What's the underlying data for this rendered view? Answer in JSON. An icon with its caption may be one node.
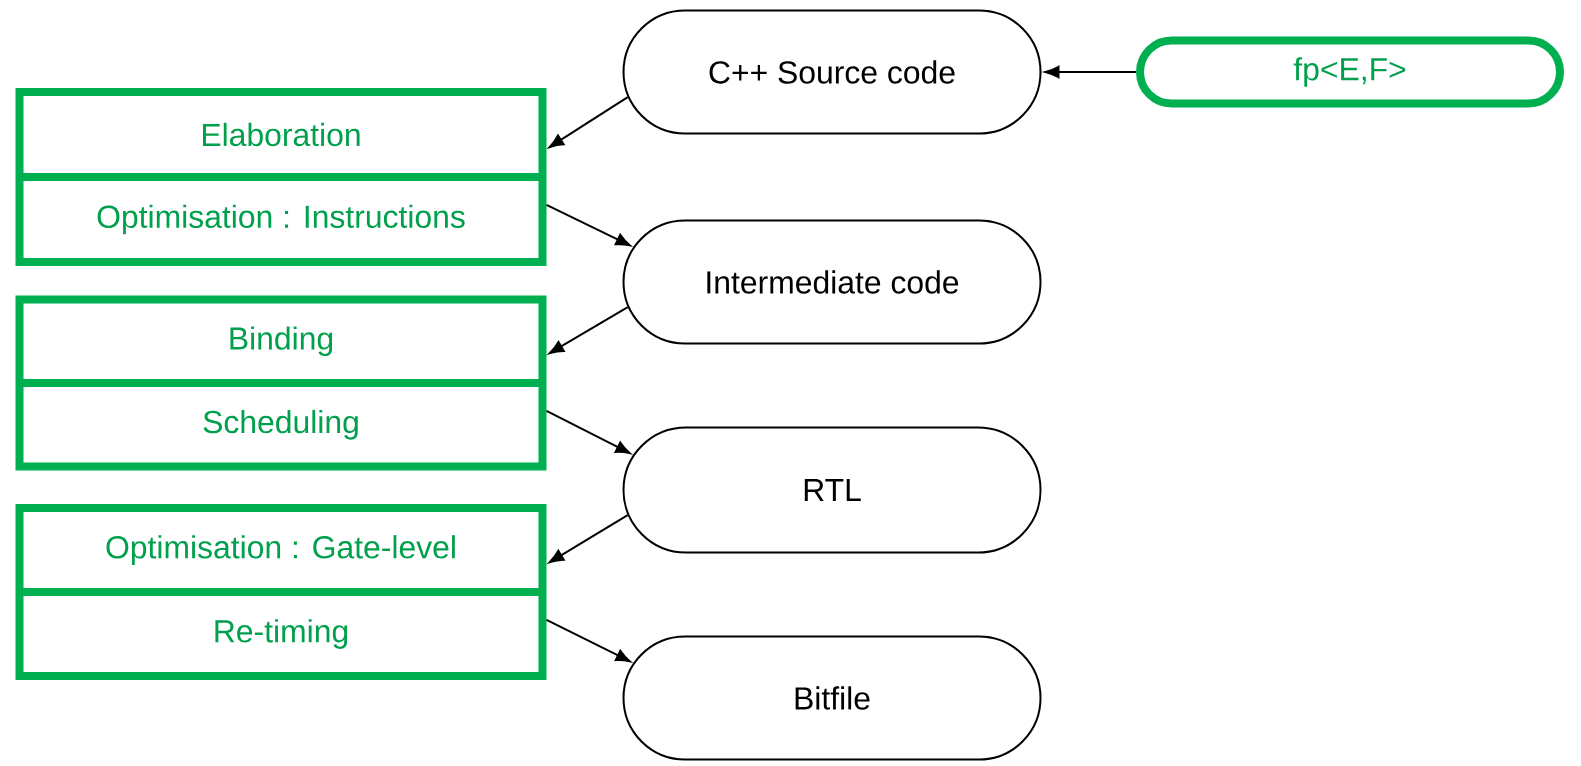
{
  "diagram": {
    "nodes": [
      {
        "text": [
          "C++ Source code"
        ]
      },
      {
        "text": [
          "fp<E,F>"
        ]
      },
      {
        "text": [
          "Elaboration",
          "Optimisation : Instructions"
        ]
      },
      {
        "text": [
          "Intermediate code"
        ]
      },
      {
        "text": [
          "Binding",
          "Scheduling"
        ]
      },
      {
        "text": [
          "RTL"
        ]
      },
      {
        "text": [
          "Optimisation : Gate-level",
          "Re-timing"
        ]
      },
      {
        "text": [
          "Bitfile"
        ]
      }
    ],
    "edges": [
      {
        "from": 1,
        "to": 0,
        "arrow": "to"
      },
      {
        "from": 0,
        "to": 2,
        "arrow": "to"
      },
      {
        "from": 2,
        "to": 3,
        "arrow": "to"
      },
      {
        "from": 3,
        "to": 4,
        "arrow": "to"
      },
      {
        "from": 4,
        "to": 5,
        "arrow": "to"
      },
      {
        "from": 5,
        "to": 6,
        "arrow": "to"
      },
      {
        "from": 6,
        "to": 7,
        "arrow": "to"
      }
    ]
  }
}
